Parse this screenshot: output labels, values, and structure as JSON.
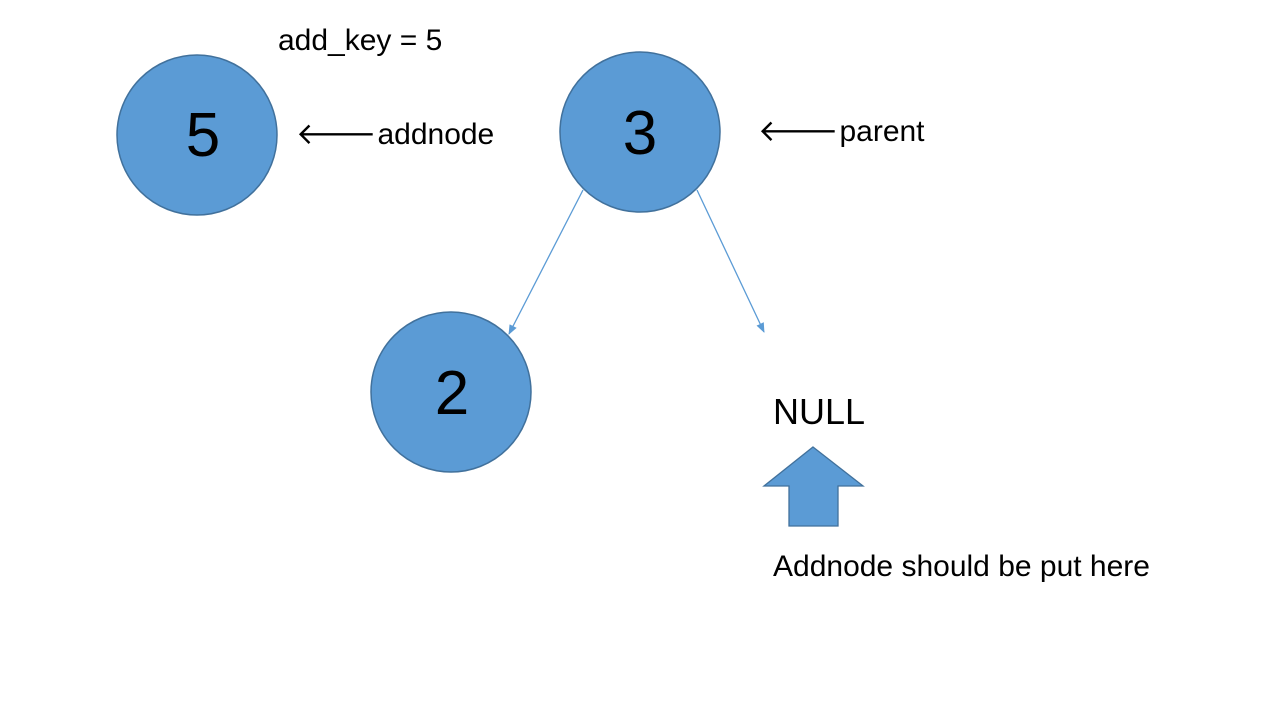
{
  "diagram": {
    "add_key_label": "add_key = 5",
    "nodes": {
      "addnode": {
        "value": "5"
      },
      "parent": {
        "value": "3"
      },
      "left_child": {
        "value": "2"
      }
    },
    "pointer_glyph": "🡐",
    "addnode_pointer": "addnode",
    "parent_pointer": "parent",
    "null_label": "NULL",
    "note": "Addnode should be put here"
  },
  "colors": {
    "node_fill": "#5b9bd5",
    "node_stroke": "#41719c",
    "edge": "#5b9bd5",
    "up_arrow_fill": "#5b9bd5"
  },
  "icons": {
    "pointer": "left-arrow-icon",
    "insert_position": "up-block-arrow-icon"
  }
}
